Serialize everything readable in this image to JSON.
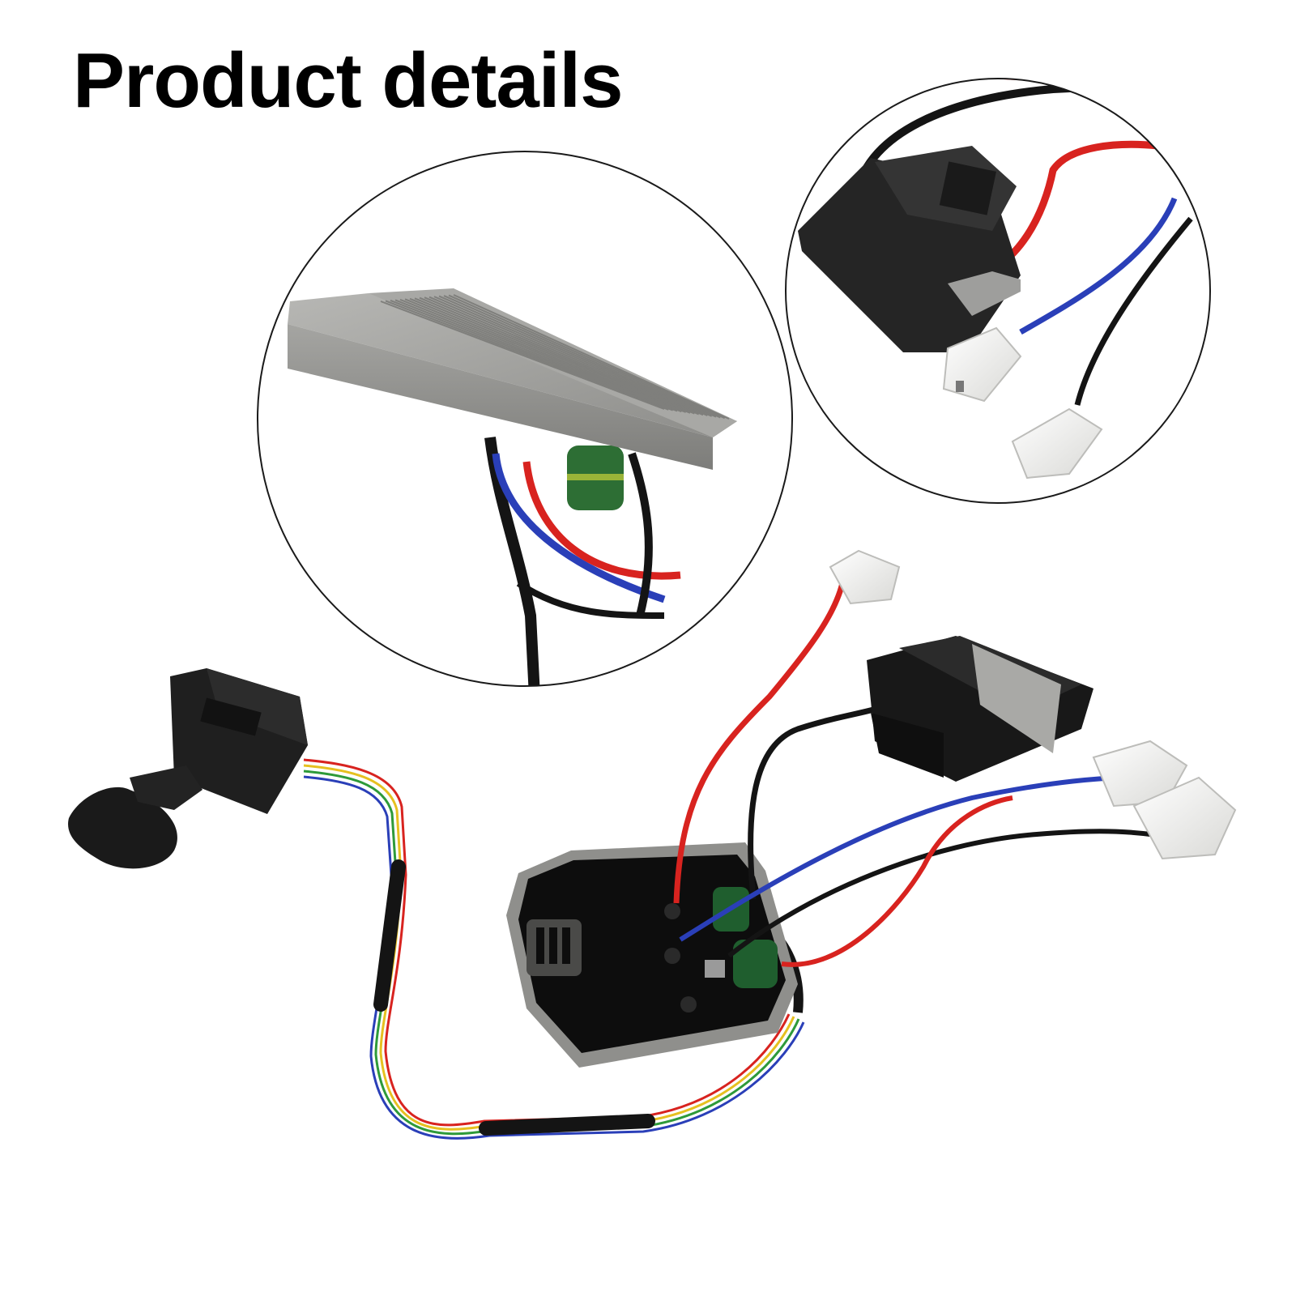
{
  "page": {
    "title": "Product details",
    "background": "#ffffff"
  },
  "images": {
    "detail_heatsink": {
      "subject": "heatsink-closeup"
    },
    "detail_connector": {
      "subject": "connector-closeup"
    },
    "main_product": {
      "subject": "switch-board-assembly"
    }
  },
  "colors": {
    "wire_red": "#d8231f",
    "wire_blue": "#2a3fb8",
    "wire_black": "#141414",
    "wire_yellow": "#e6c020",
    "wire_green": "#2e9a3a",
    "plastic_black": "#161616",
    "heatsink_gray": "#9a9a98",
    "connector_white": "#eeeeec"
  }
}
